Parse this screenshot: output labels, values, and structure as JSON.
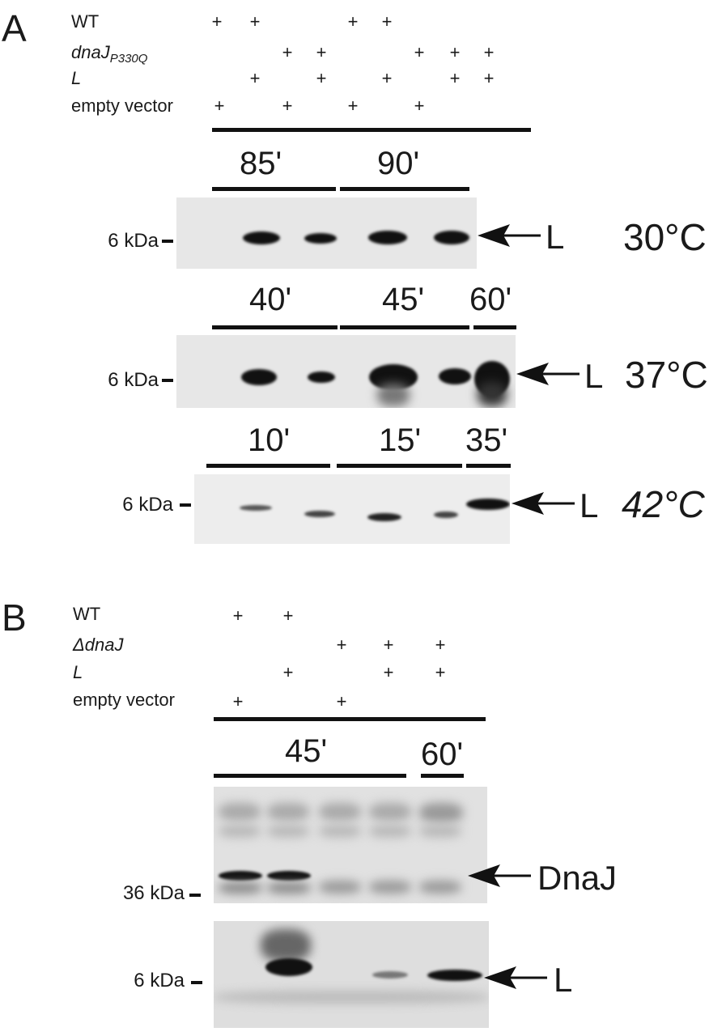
{
  "panel_a": {
    "letter": "A",
    "rows": {
      "wt": "WT",
      "dnaj_base": "dnaJ",
      "dnaj_sub": "P330Q",
      "l": "L",
      "empty_vector": "empty vector"
    },
    "plus": "+",
    "blots": [
      {
        "times": [
          "85'",
          "90'"
        ],
        "mw": "6 kDa",
        "band": "L",
        "temp": "30°C"
      },
      {
        "times": [
          "40'",
          "45'",
          "60'"
        ],
        "mw": "6 kDa",
        "band": "L",
        "temp": "37°C"
      },
      {
        "times": [
          "10'",
          "15'",
          "35'"
        ],
        "mw": "6 kDa",
        "band": "L",
        "temp": "42°C"
      }
    ]
  },
  "panel_b": {
    "letter": "B",
    "rows": {
      "wt": "WT",
      "dnaj": "ΔdnaJ",
      "l": "L",
      "empty_vector": "empty vector"
    },
    "plus": "+",
    "times": [
      "45'",
      "60'"
    ],
    "blots": [
      {
        "mw": "36 kDa",
        "band": "DnaJ"
      },
      {
        "mw": "6 kDa",
        "band": "L"
      }
    ]
  },
  "colors": {
    "ink": "#111111",
    "gel": "#e7e7e7"
  }
}
